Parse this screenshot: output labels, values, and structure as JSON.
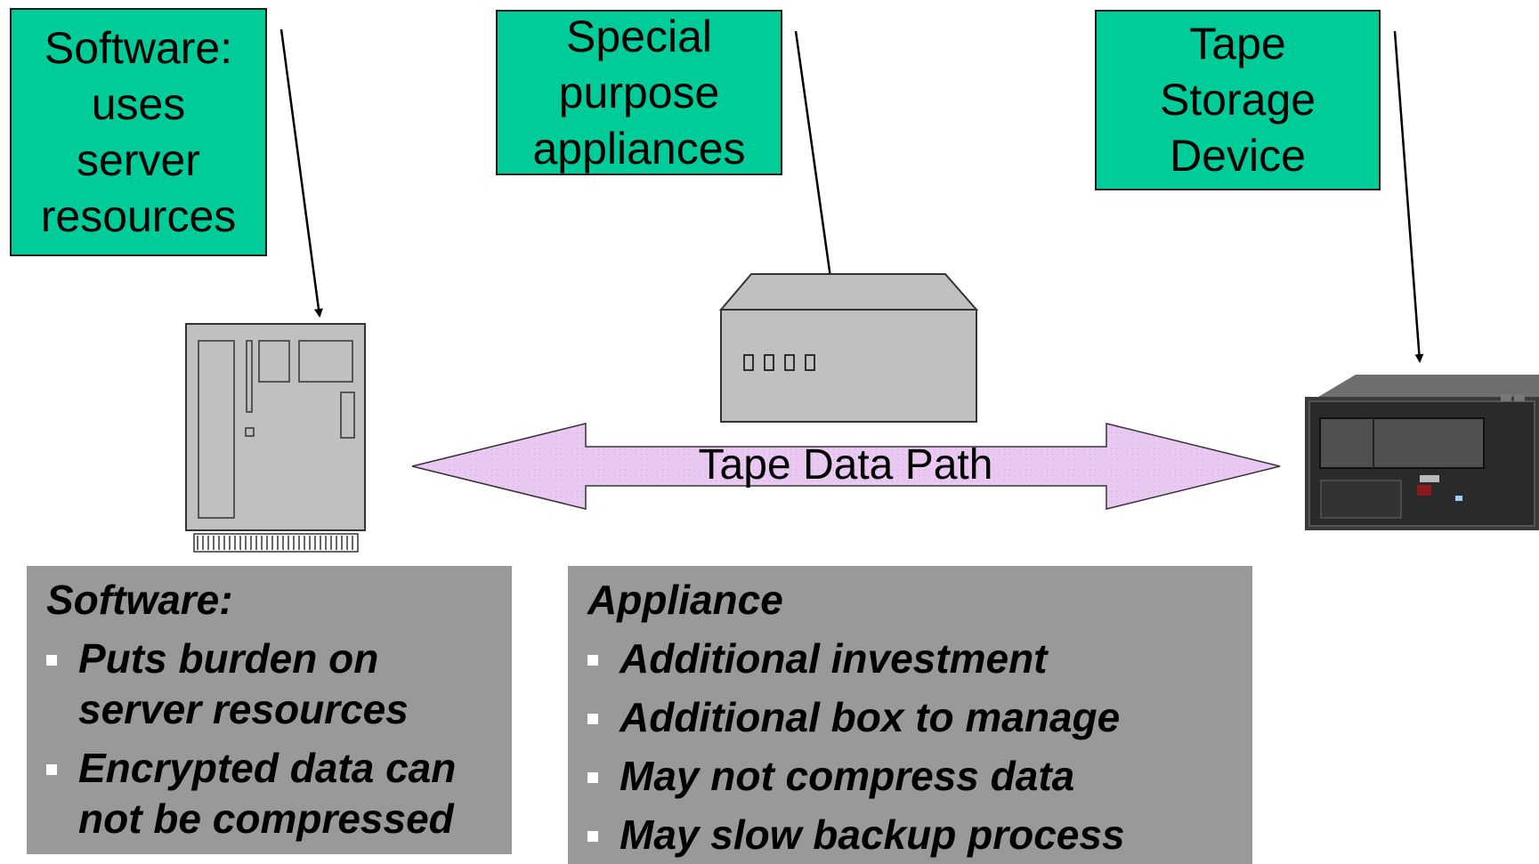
{
  "callouts": {
    "software": [
      "Software:",
      "uses",
      "server",
      "resources"
    ],
    "appliance": [
      "Special",
      "purpose",
      "appliances"
    ],
    "tape": [
      "Tape",
      "Storage",
      "Device"
    ]
  },
  "path_label": "Tape Data Path",
  "panels": {
    "software": {
      "title": "Software:",
      "items": [
        "Puts burden on server resources",
        "Encrypted data can not be compressed"
      ]
    },
    "appliance": {
      "title": "Appliance",
      "items": [
        "Additional investment",
        "Additional box to manage",
        "May not compress data",
        "May slow backup process"
      ]
    }
  },
  "colors": {
    "callout_fill": "#00cc99",
    "arrow_fill": "#e9c8f2",
    "panel_fill": "#999999",
    "device_fill": "#c0c0c0"
  },
  "icons": {
    "server": "server-board-icon",
    "appliance": "appliance-box-icon",
    "tape": "tape-drive-icon"
  }
}
